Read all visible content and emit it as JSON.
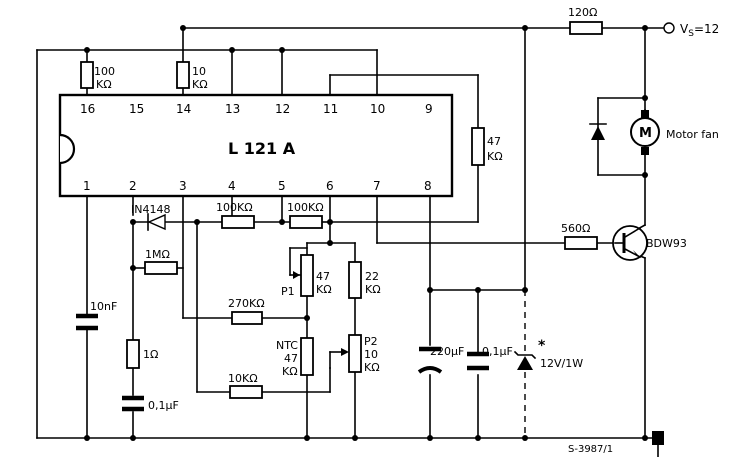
{
  "supply": {
    "label": "V",
    "subscript": "S",
    "value_text": "=12"
  },
  "ic": {
    "name": "L 121 A",
    "top_pins": [
      "16",
      "15",
      "14",
      "13",
      "12",
      "11",
      "10",
      "9"
    ],
    "bottom_pins": [
      "1",
      "2",
      "3",
      "4",
      "5",
      "6",
      "7",
      "8"
    ]
  },
  "components": {
    "r120": "120Ω",
    "r100k_top": [
      "100",
      "KΩ"
    ],
    "r10k_top": [
      "10",
      "KΩ"
    ],
    "r47k_right": [
      "47",
      "KΩ"
    ],
    "diode": "IN4148",
    "r100k_a": "100KΩ",
    "r100k_b": "100KΩ",
    "r1m": "1MΩ",
    "p1": [
      "P1",
      "47",
      "KΩ"
    ],
    "r22k": [
      "22",
      "KΩ"
    ],
    "r270k": "270KΩ",
    "ntc": [
      "NTC",
      "47",
      "KΩ"
    ],
    "p2": [
      "P2",
      "10",
      "KΩ"
    ],
    "r10k_bottom": "10KΩ",
    "c10n": "10nF",
    "r1": "1Ω",
    "c01_left": "0,1μF",
    "c220": "220μF",
    "c01_right": "0,1μF",
    "zener": "12V/1W",
    "zener_mark": "*",
    "r560": "560Ω",
    "transistor": "BDW93",
    "motor": "M",
    "motor_label": "Motor fan"
  },
  "ref_code": "S-3987/1"
}
